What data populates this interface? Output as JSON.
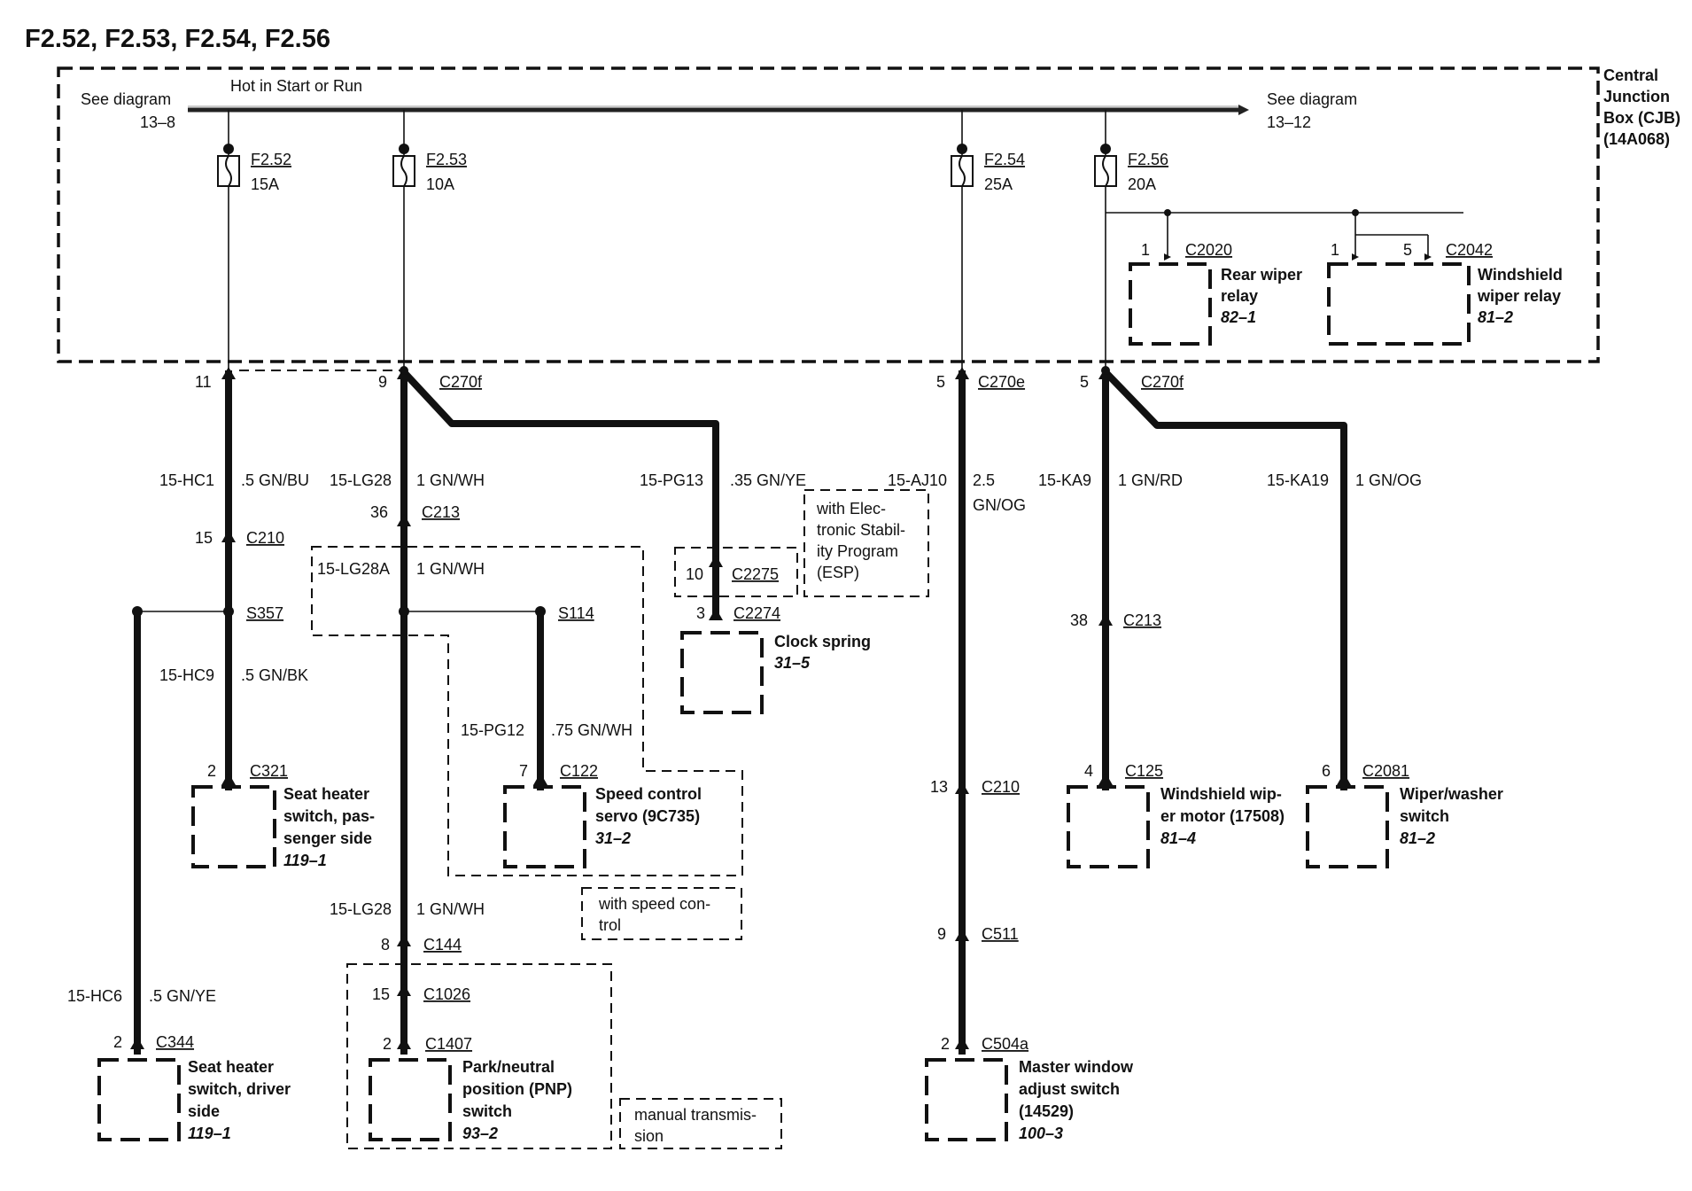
{
  "title": "F2.52, F2.53, F2.54, F2.56",
  "cjb": {
    "label_lines": [
      "Central",
      "Junction",
      "Box (CJB)",
      "(14A068)"
    ],
    "bus_label": "Hot in Start or Run",
    "see_left": "See diagram",
    "see_left_ref": "13–8",
    "see_right": "See diagram",
    "see_right_ref": "13–12"
  },
  "fuses": [
    {
      "name": "F2.52",
      "rating": "15A"
    },
    {
      "name": "F2.53",
      "rating": "10A"
    },
    {
      "name": "F2.54",
      "rating": "25A"
    },
    {
      "name": "F2.56",
      "rating": "20A"
    }
  ],
  "relays": [
    {
      "pin": "1",
      "connector": "C2020",
      "lines": [
        "Rear wiper",
        "relay"
      ],
      "ref": "82–1"
    },
    {
      "pin": "1",
      "pin2": "5",
      "connector": "C2042",
      "lines": [
        "Windshield",
        "wiper relay"
      ],
      "ref": "81–2"
    }
  ],
  "connectors": {
    "c270f_a": {
      "pin": "9",
      "name": "C270f"
    },
    "c270f_b": {
      "pin": "5",
      "name": "C270f"
    },
    "c270e": {
      "pin": "5",
      "name": "C270e"
    },
    "left_pin": {
      "pin": "11"
    },
    "c210_left": {
      "pin": "15",
      "name": "C210"
    },
    "c213_left": {
      "pin": "36",
      "name": "C213"
    },
    "c2275": {
      "pin": "10",
      "name": "C2275"
    },
    "c2274": {
      "pin": "3",
      "name": "C2274"
    },
    "c213_right": {
      "pin": "38",
      "name": "C213"
    },
    "c321": {
      "pin": "2",
      "name": "C321"
    },
    "c122": {
      "pin": "7",
      "name": "C122"
    },
    "c125": {
      "pin": "4",
      "name": "C125"
    },
    "c2081": {
      "pin": "6",
      "name": "C2081"
    },
    "c210_mid": {
      "pin": "13",
      "name": "C210"
    },
    "c144": {
      "pin": "8",
      "name": "C144"
    },
    "c511": {
      "pin": "9",
      "name": "C511"
    },
    "c1026": {
      "pin": "15",
      "name": "C1026"
    },
    "c344": {
      "pin": "2",
      "name": "C344"
    },
    "c1407": {
      "pin": "2",
      "name": "C1407"
    },
    "c504a": {
      "pin": "2",
      "name": "C504a"
    }
  },
  "splices": {
    "s357": "S357",
    "s114": "S114"
  },
  "wires": {
    "hc1": {
      "circuit": "15-HC1",
      "spec": ".5 GN/BU"
    },
    "lg28_top": {
      "circuit": "15-LG28",
      "spec": "1 GN/WH"
    },
    "pg13": {
      "circuit": "15-PG13",
      "spec": ".35 GN/YE"
    },
    "aj10": {
      "circuit": "15-AJ10",
      "spec_lines": [
        "2.5",
        "GN/OG"
      ]
    },
    "ka9": {
      "circuit": "15-KA9",
      "spec": "1 GN/RD"
    },
    "ka19": {
      "circuit": "15-KA19",
      "spec": "1 GN/OG"
    },
    "lg28a": {
      "circuit": "15-LG28A",
      "spec": "1 GN/WH"
    },
    "hc9": {
      "circuit": "15-HC9",
      "spec": ".5 GN/BK"
    },
    "pg12": {
      "circuit": "15-PG12",
      "spec": ".75 GN/WH"
    },
    "lg28_bot": {
      "circuit": "15-LG28",
      "spec": "1 GN/WH"
    },
    "hc6": {
      "circuit": "15-HC6",
      "spec": ".5 GN/YE"
    }
  },
  "notes": {
    "esp": [
      "with Elec-",
      "tronic Stabil-",
      "ity Program",
      "(ESP)"
    ],
    "speed": [
      "with speed con-",
      "trol"
    ],
    "manual": [
      "manual transmis-",
      "sion"
    ]
  },
  "components": {
    "clock_spring": {
      "lines": [
        "Clock spring"
      ],
      "ref": "31–5"
    },
    "seat_pass": {
      "lines": [
        "Seat heater",
        "switch, pas-",
        "senger side"
      ],
      "ref": "119–1"
    },
    "speed_servo": {
      "lines": [
        "Speed control",
        "servo (9C735)"
      ],
      "ref": "31–2"
    },
    "ws_motor": {
      "lines": [
        "Windshield wip-",
        "er motor (17508)"
      ],
      "ref": "81–4"
    },
    "wiper_switch": {
      "lines": [
        "Wiper/washer",
        "switch"
      ],
      "ref": "81–2"
    },
    "seat_driver": {
      "lines": [
        "Seat heater",
        "switch, driver",
        "side"
      ],
      "ref": "119–1"
    },
    "pnp": {
      "lines": [
        "Park/neutral",
        "position (PNP)",
        "switch"
      ],
      "ref": "93–2"
    },
    "window_switch": {
      "lines": [
        "Master window",
        "adjust switch",
        "(14529)"
      ],
      "ref": "100–3"
    }
  }
}
